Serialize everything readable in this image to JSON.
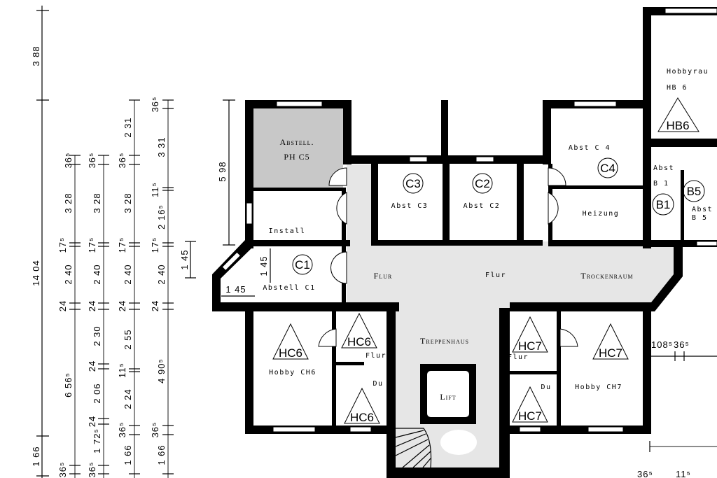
{
  "dimensions": {
    "chain_total": [
      "3 88",
      "14 04",
      "1 66"
    ],
    "chain_a": [
      "36⁵",
      "3 28",
      "17⁵",
      "2 40",
      "24",
      "6 56⁵",
      "36⁵"
    ],
    "chain_b": [
      "36⁵",
      "3 28",
      "17⁵",
      "2 40",
      "24",
      "2 30",
      "24",
      "2 06",
      "24",
      "1 72⁵",
      "36⁵"
    ],
    "chain_c": [
      "2 31",
      "36⁵",
      "3 28",
      "17⁵",
      "2 40",
      "24",
      "2 55",
      "11⁵",
      "2 24",
      "36⁵",
      "1 66"
    ],
    "chain_d": [
      "36⁵",
      "3 31",
      "11⁵",
      "2 16⁵",
      "17⁵",
      "2 40",
      "24",
      "4 90⁵",
      "36⁵",
      "1 66"
    ],
    "short": "1 45",
    "abstell_height": "5 98",
    "c1_vertical": "1 45",
    "c1_horizontal": "1 45",
    "right_a": "108⁵",
    "right_b": "36⁵",
    "bottom_a": "36⁵",
    "bottom_b": "11⁵"
  },
  "rooms": {
    "abstell_ph_c5": [
      "Abstell.",
      "PH C5"
    ],
    "install": "Install",
    "c1_code": "C1",
    "abstell_c1": "Abstell C1",
    "c3_code": "C3",
    "abst_c3": "Abst C3",
    "c2_code": "C2",
    "abst_c2": "Abst C2",
    "c4_code": "C4",
    "abst_c4": "Abst C 4",
    "heizung": "Heizung",
    "flur_left": "Flur",
    "flur_mid": "Flur",
    "trockenraum": "Trockenraum",
    "hc6_room": "HC6",
    "hc6_flur": "HC6",
    "hc6_du": "HC6",
    "hobby_ch6": "Hobby CH6",
    "flur_ch6": "Flur",
    "du_ch6": "Du",
    "treppenhaus": "Treppenhaus",
    "lift": "Lift",
    "hc7_flur": "HC7",
    "hc7_du": "HC7",
    "hc7_room": "HC7",
    "flur_ch7": "Flur",
    "du_ch7": "Du",
    "hobby_ch7": "Hobby CH7",
    "hobbyraum": "Hobbyrau",
    "hb6_label": "HB 6",
    "hb6_code": "HB6",
    "abst_b1": [
      "Abst",
      "B 1"
    ],
    "b1_code": "B1",
    "b5_code": "B5",
    "abst_b5": [
      "Abst",
      "B 5"
    ]
  },
  "colors": {
    "wall": "#000000",
    "shaded": "#e6e6e6",
    "storage": "#c8c8c8"
  }
}
